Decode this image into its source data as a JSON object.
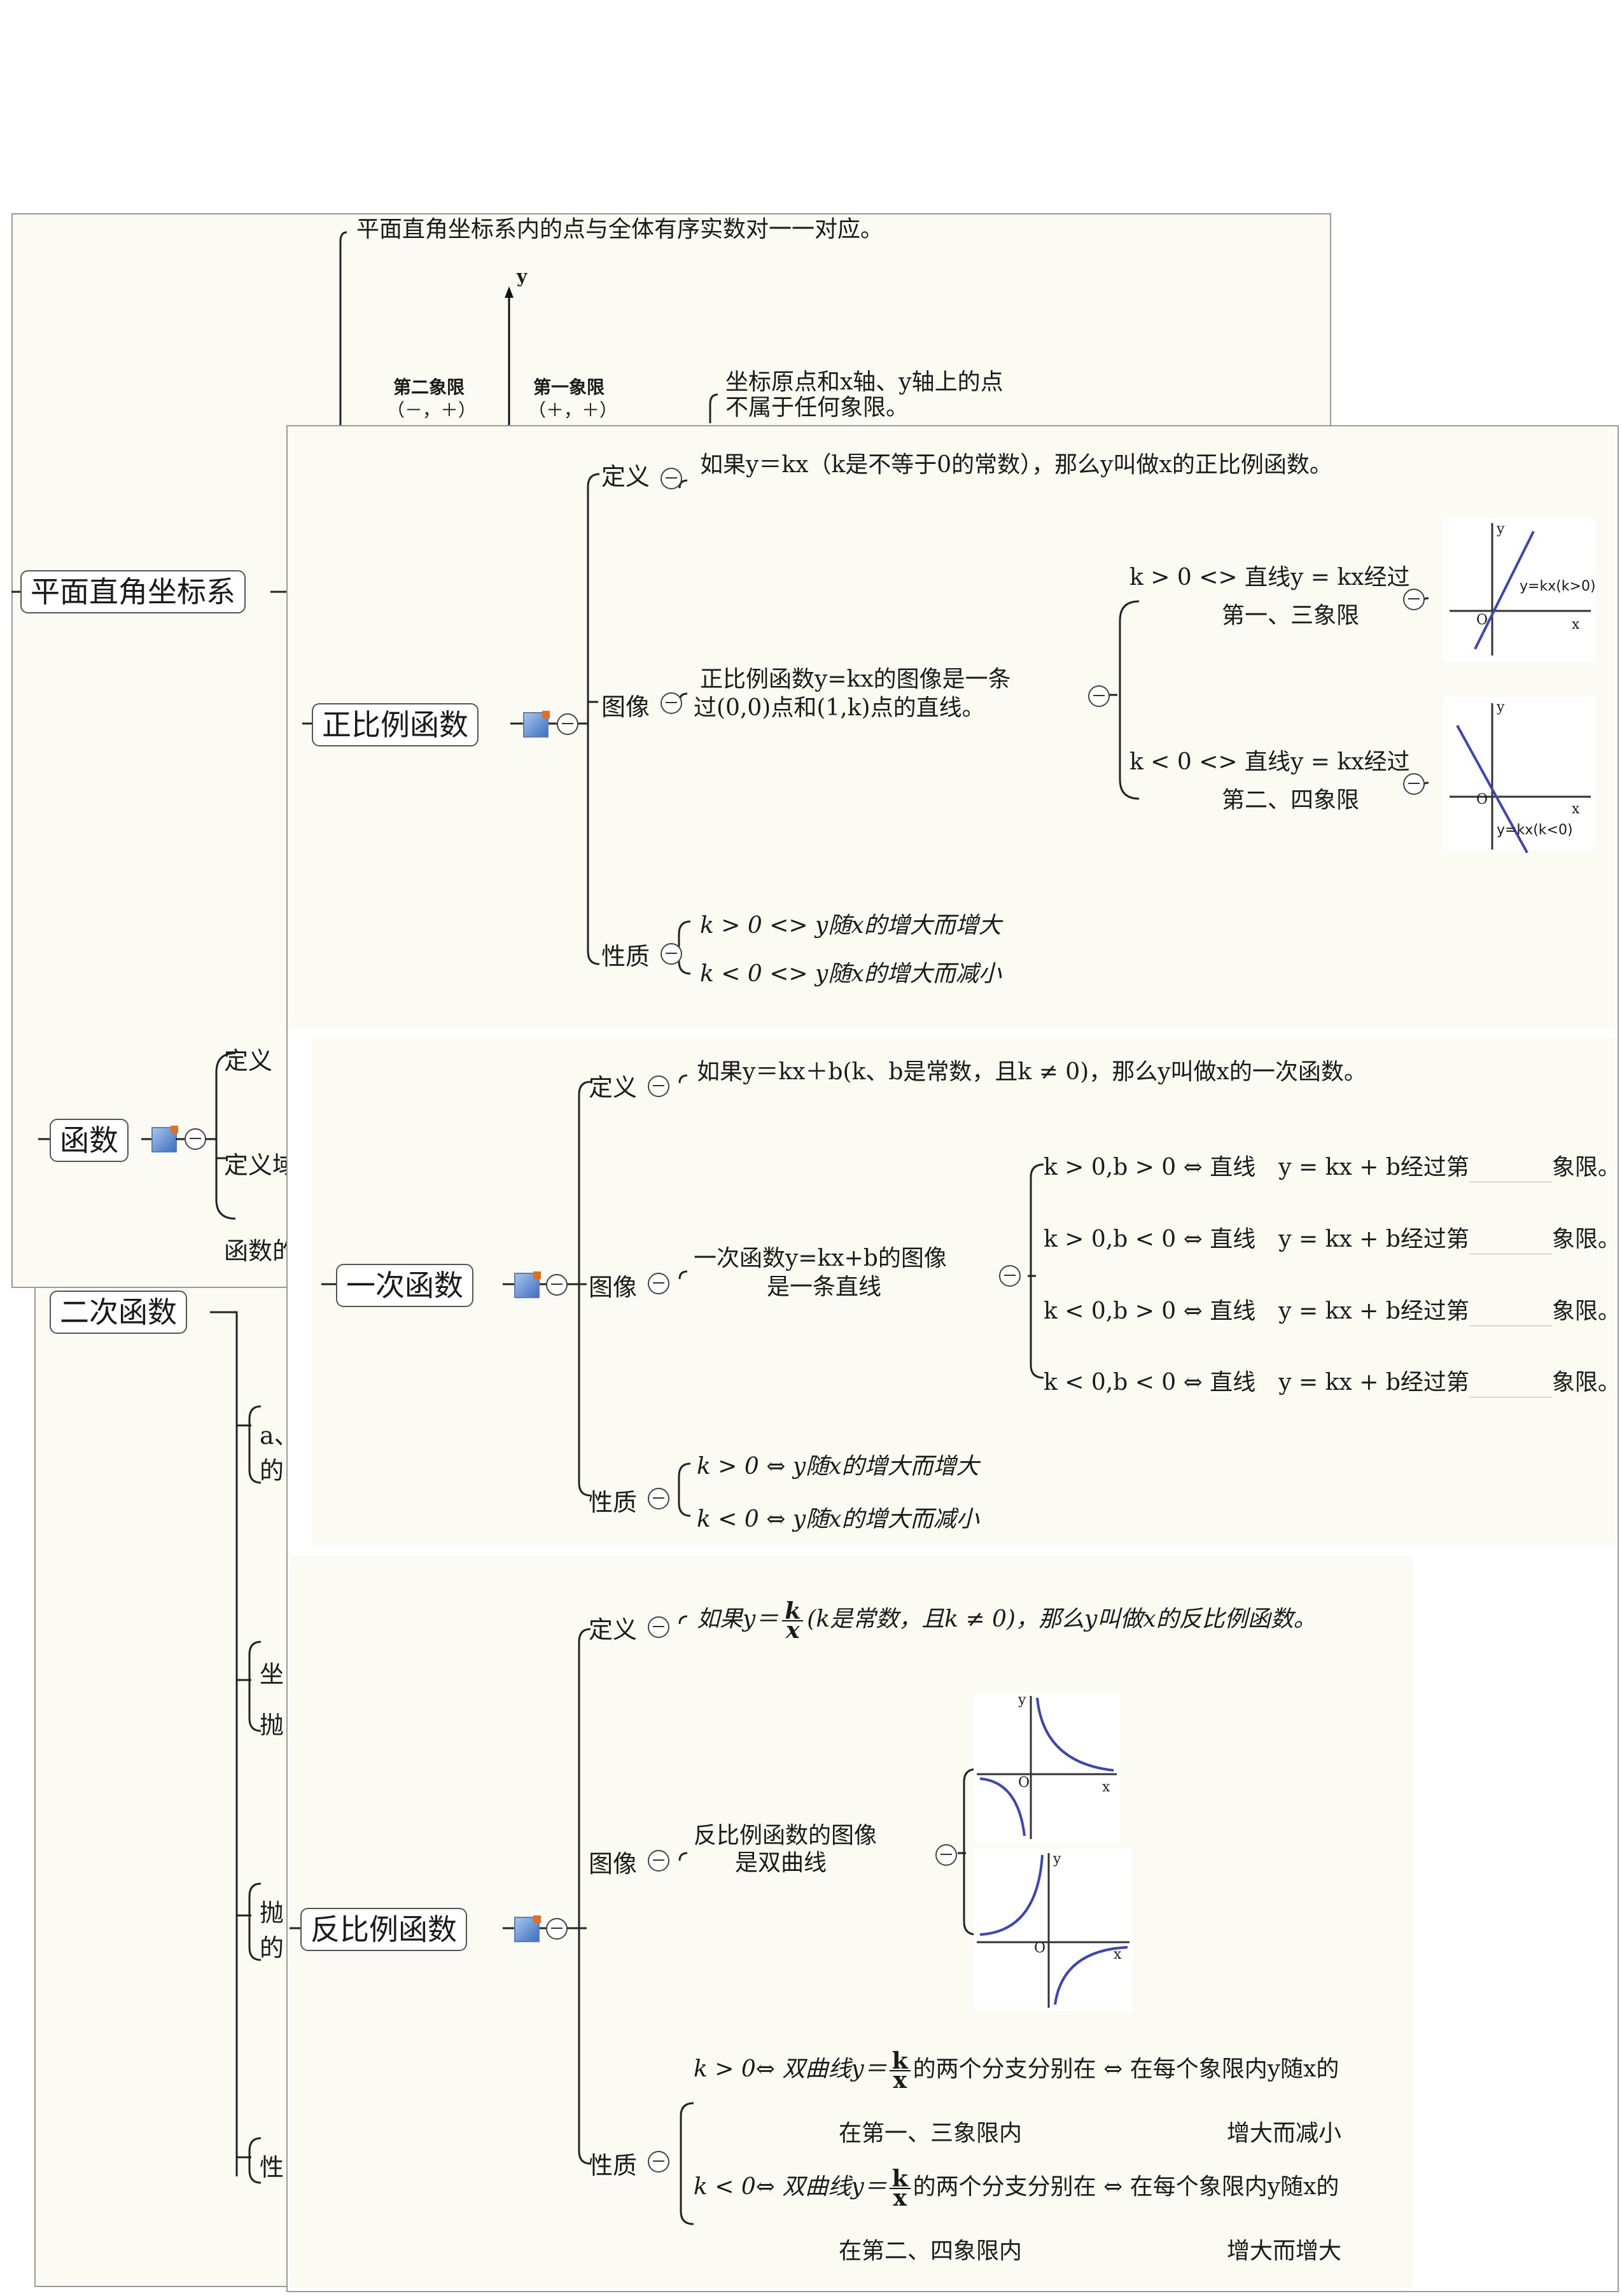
{
  "coord": {
    "title": "平面直角坐标系",
    "point_rule": "平面直角坐标系内的点与全体有序实数对一一对应。",
    "axis_y": "y",
    "q2": "第二象限",
    "q2_sign": "（－，＋）",
    "q1": "第一象限",
    "q1_sign": "（＋，＋）",
    "origin_note_1": "坐标原点和x轴、y轴上的点",
    "origin_note_2": "不属于任何象限。"
  },
  "func": {
    "title": "函数",
    "def_partial": "定义",
    "domain_partial": "定义域",
    "graph_partial": "函数的"
  },
  "quad": {
    "title": "二次函数",
    "b1": "a、",
    "b1b": "的",
    "b2": "坐",
    "b2b": "抛",
    "b3": "抛",
    "b3b": "的",
    "b4": "性"
  },
  "prop": {
    "title": "正比例函数",
    "def_label": "定义",
    "def_text": "如果y＝kx（k是不等于0的常数），那么y叫做x的正比例函数。",
    "graph_label": "图像",
    "graph_text_1": "正比例函数y=kx的图像是一条",
    "graph_text_2": "过(0,0)点和(1,k)点的直线。",
    "case_pos_1": "k > 0 <> 直线y = kx经过",
    "case_pos_2": "第一、三象限",
    "case_neg_1": "k < 0 <> 直线y = kx经过",
    "case_neg_2": "第二、四象限",
    "fig_pos_label": "y=kx(k>0)",
    "fig_neg_label": "y=kx(k<0)",
    "axis_x": "x",
    "axis_y": "y",
    "origin": "O",
    "props_label": "性质",
    "prop_pos": "k > 0 <> y随x的增大而增大",
    "prop_neg": "k < 0 <> y随x的增大而减小"
  },
  "linear": {
    "title": "一次函数",
    "def_label": "定义",
    "def_text": "如果y＝kx＋b(k、b是常数，且k ≠ 0)，那么y叫做x的一次函数。",
    "graph_label": "图像",
    "graph_text_1": "一次函数y=kx+b的图像",
    "graph_text_2": "是一条直线",
    "cases": [
      "k > 0,b > 0 ⇔ 直线　y = kx + b经过第",
      "k > 0,b < 0 ⇔ 直线　y = kx + b经过第",
      "k < 0,b > 0 ⇔ 直线　y = kx + b经过第",
      "k < 0,b < 0 ⇔ 直线　y = kx + b经过第"
    ],
    "case_end": "象限。",
    "props_label": "性质",
    "prop_pos": "k > 0 ⇔ y随x的增大而增大",
    "prop_neg": "k < 0 ⇔ y随x的增大而减小"
  },
  "inverse": {
    "title": "反比例函数",
    "def_label": "定义",
    "def_pre": "如果y＝",
    "frac_num": "k",
    "frac_den": "x",
    "def_post": "(k是常数，且k ≠ 0)，那么y叫做x的反比例函数。",
    "graph_label": "图像",
    "graph_text_1": "反比例函数的图像",
    "graph_text_2": "是双曲线",
    "axis_x": "x",
    "axis_y": "y",
    "origin": "O",
    "props_label": "性质",
    "p1_pre": "k > 0⇔ 双曲线y＝",
    "p1_post": "的两个分支分别在 ⇔ 在每个象限内y随x的",
    "p1_sub_left": "在第一、三象限内",
    "p1_sub_right": "增大而减小",
    "p2_pre": "k < 0⇔ 双曲线y＝",
    "p2_post": "的两个分支分别在 ⇔ 在每个象限内y随x的",
    "p2_sub_left": "在第二、四象限内",
    "p2_sub_right": "增大而增大"
  },
  "colors": {
    "line": "#222222",
    "graph_line": "#3b45b5",
    "sheet_bg": "#fbfbf4",
    "node_border": "#555555"
  }
}
